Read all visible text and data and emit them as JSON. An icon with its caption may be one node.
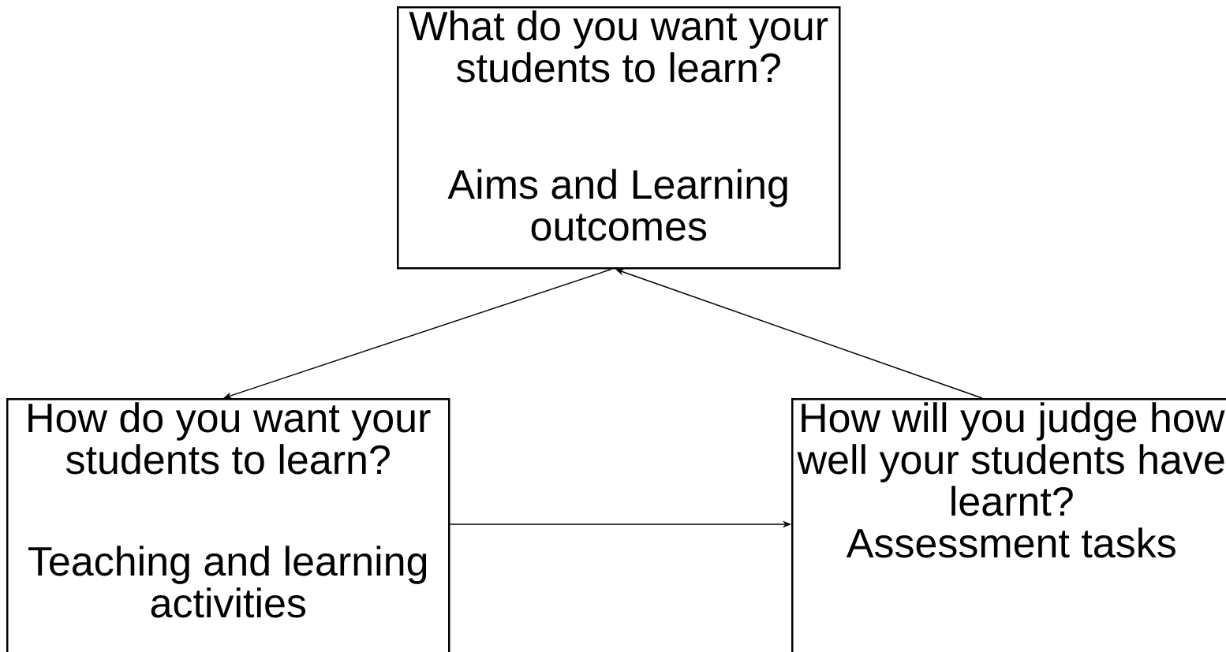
{
  "diagram": {
    "nodes": [
      {
        "text": [
          "What do you want your students to learn?",
          "Aims and Learning outcomes"
        ]
      },
      {
        "text": [
          "How do you want your students to learn?",
          "Teaching and learning activities"
        ]
      },
      {
        "text": [
          "How will you judge how well your students have learnt?",
          "Assessment tasks"
        ]
      }
    ],
    "edges": [
      {
        "from": 0,
        "to": 1,
        "arrow": "to"
      },
      {
        "from": 2,
        "to": 0,
        "arrow": "to"
      },
      {
        "from": 1,
        "to": 2,
        "arrow": "to"
      }
    ]
  }
}
